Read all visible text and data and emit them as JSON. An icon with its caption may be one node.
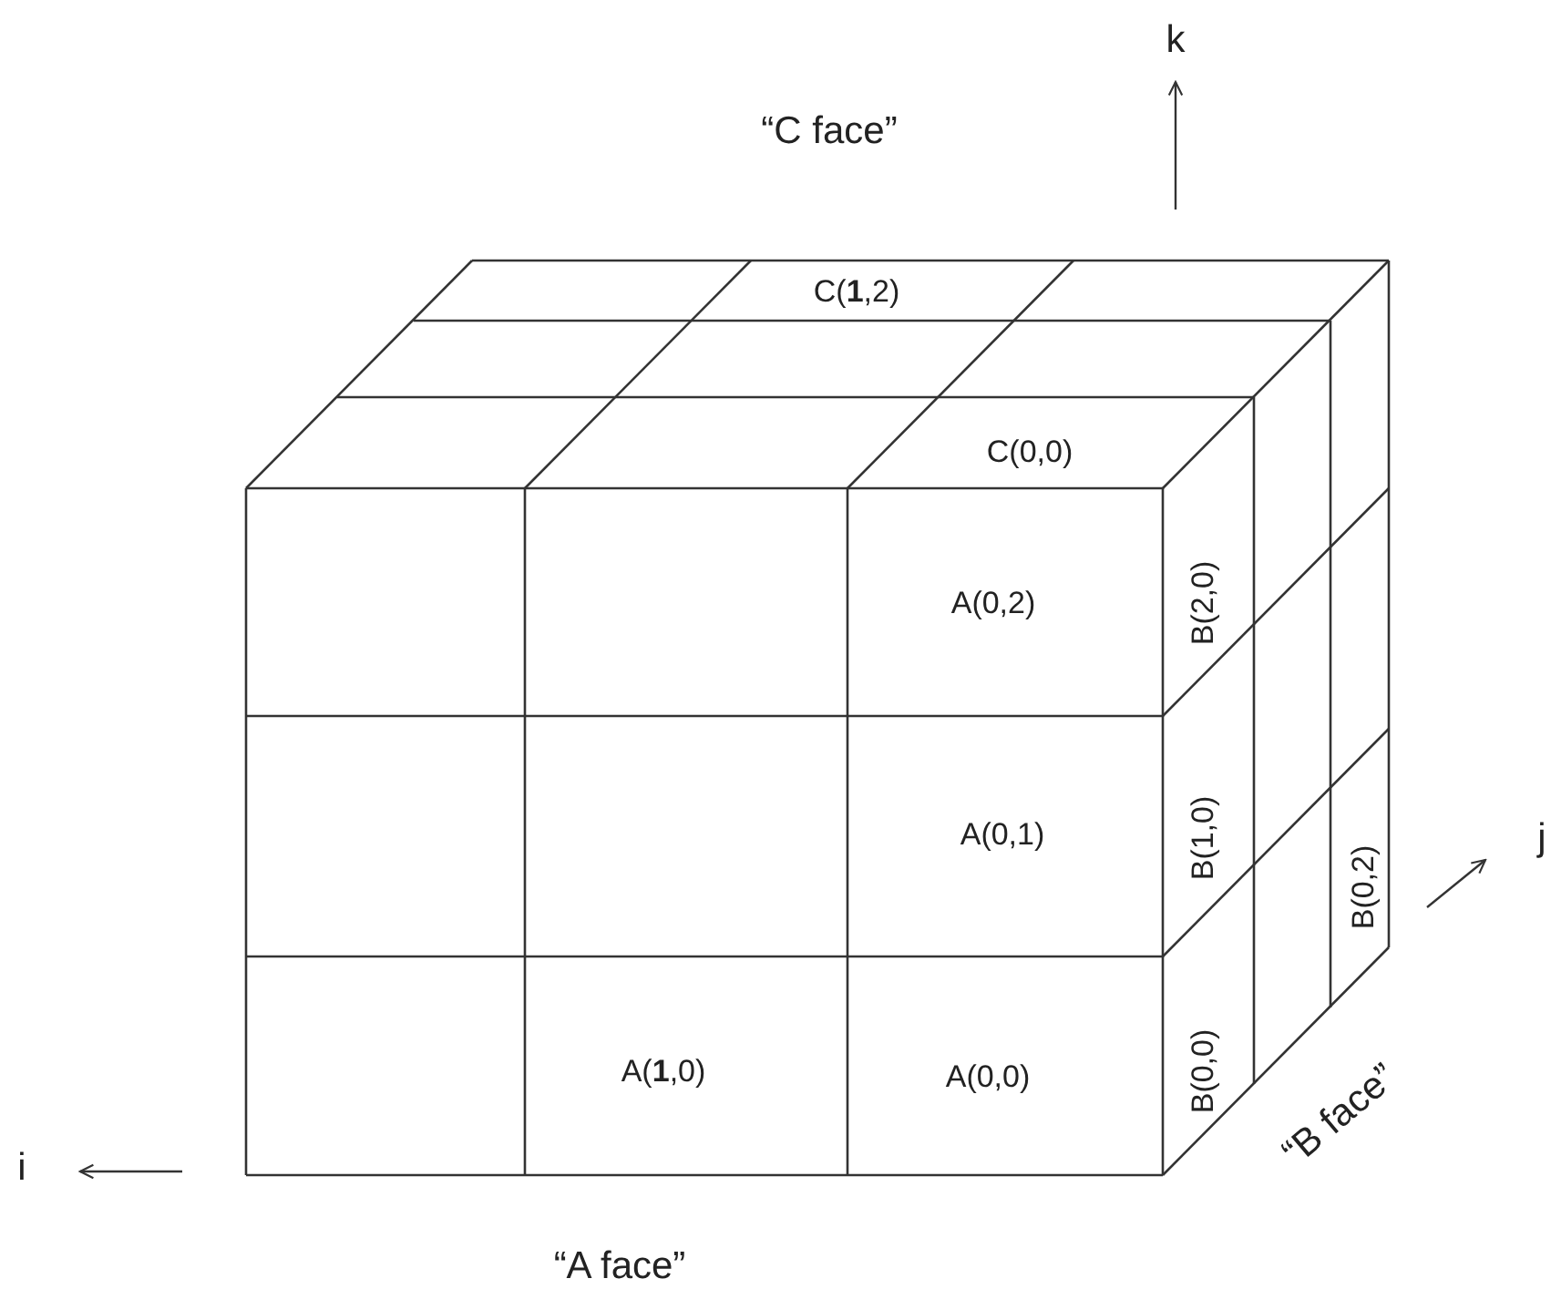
{
  "diagram": {
    "labels": [
      "“C face”",
      "k",
      "C(**1**,2)",
      "C(0,0)",
      "A(0,2)",
      "B(2,0)",
      "A(0,1)",
      "B(1,0)",
      "j",
      "B(0,2)",
      "A(**1**,0)",
      "A(0,0)",
      "B(0,0)",
      "i",
      "“B face”",
      "“A face”"
    ]
  }
}
